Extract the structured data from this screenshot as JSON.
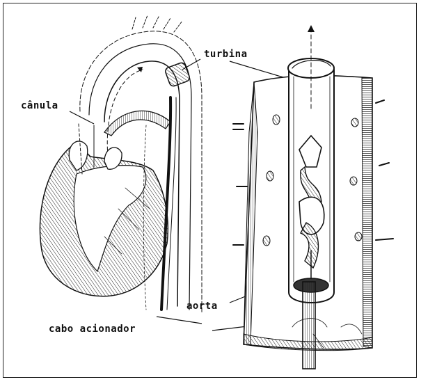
{
  "labels": {
    "turbina": "turbina",
    "canula": "cânula",
    "aorta": "aorta",
    "cabo_acionador": "cabo acionador"
  }
}
